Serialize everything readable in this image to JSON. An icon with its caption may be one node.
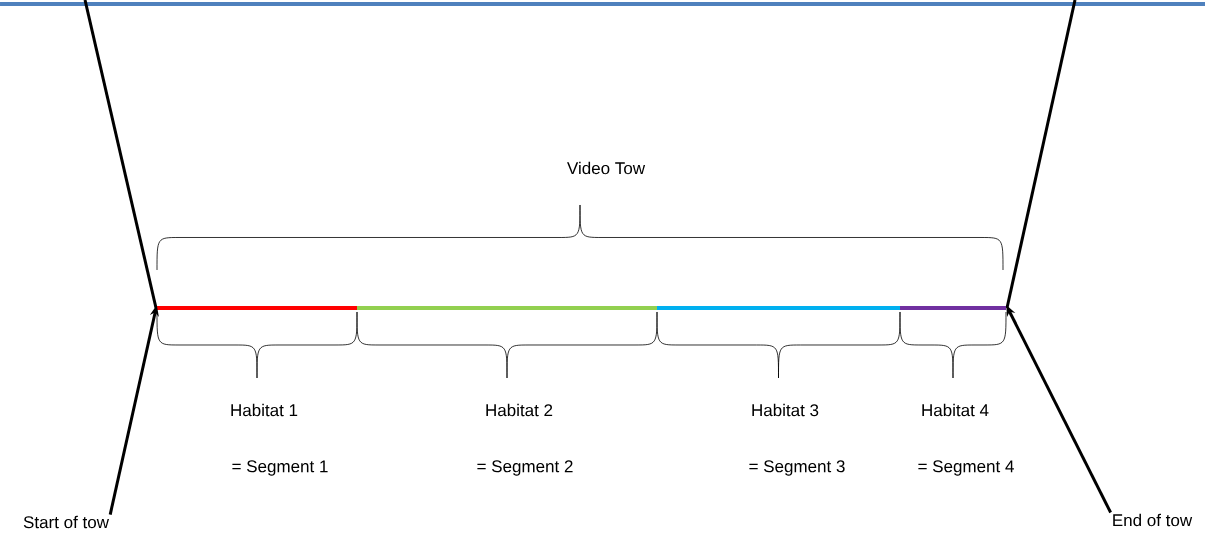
{
  "diagram": {
    "nodes": [
      {
        "text": [
          "Start of tow"
        ]
      },
      {
        "text": [],
        "shape": "bar",
        "beside": [
          "Habitat 1",
          "= Segment 1"
        ]
      },
      {
        "text": [],
        "shape": "bar",
        "beside": [
          "Habitat 2",
          "= Segment 2"
        ]
      },
      {
        "text": [],
        "shape": "bar",
        "beside": [
          "Habitat 3",
          "= Segment 3"
        ]
      },
      {
        "text": [],
        "shape": "bar",
        "beside": [
          "Habitat 4",
          "= Segment 4"
        ]
      },
      {
        "text": [
          "End of tow"
        ]
      }
    ],
    "edges": [
      {
        "from": 0,
        "to": 1,
        "arrow": "to"
      },
      {
        "from": 5,
        "to": 4,
        "arrow": "to"
      }
    ],
    "labels": [
      "Video Tow"
    ]
  }
}
